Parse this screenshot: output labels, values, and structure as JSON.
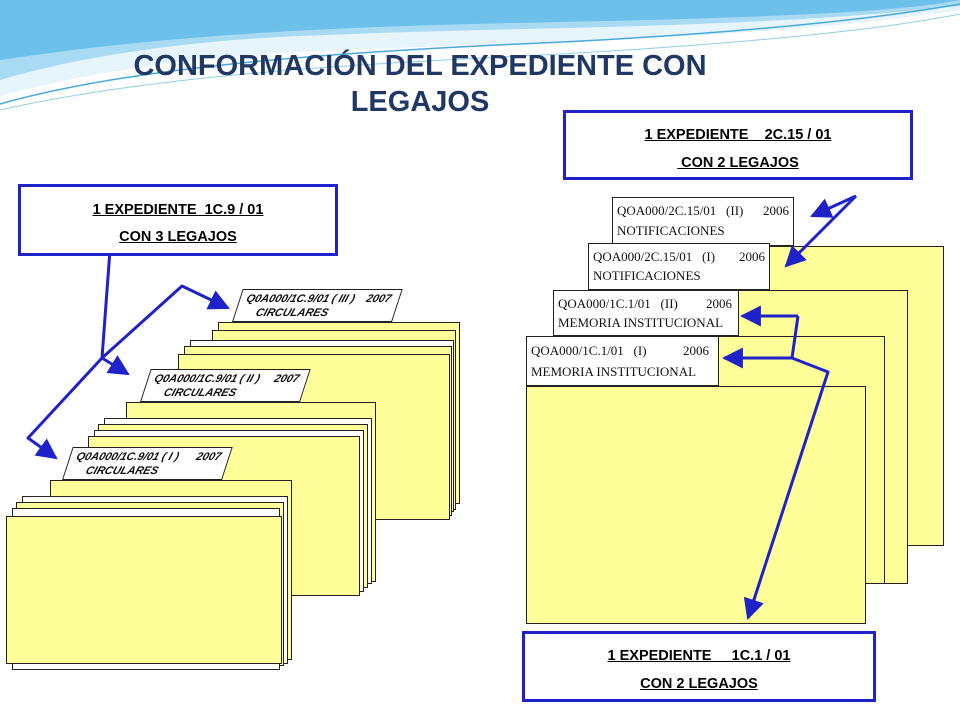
{
  "title": {
    "line1": "CONFORMACIÓN DEL EXPEDIENTE CON",
    "line2": "LEGAJOS"
  },
  "boxes": {
    "left": {
      "line1": "1 EXPEDIENTE  1C.9 / 01",
      "line2": "CON 3 LEGAJOS"
    },
    "right_top": {
      "line1": "1 EXPEDIENTE    2C.15 / 01",
      "line2": " CON 2 LEGAJOS"
    },
    "right_bottom": {
      "line1": "1 EXPEDIENTE     1C.1 / 01",
      "line2": "CON 2 LEGAJOS"
    }
  },
  "left_folders": [
    {
      "code": "Q0A000/1C.9/01 ( III )",
      "year": "2007",
      "subject": "CIRCULARES"
    },
    {
      "code": "Q0A000/1C.9/01 ( II )",
      "year": "2007",
      "subject": "CIRCULARES"
    },
    {
      "code": "Q0A000/1C.9/01 ( I )",
      "year": "2007",
      "subject": "CIRCULARES"
    }
  ],
  "right_folders": [
    {
      "code": "QOA000/2C.15/01   (II)",
      "year": "2006",
      "subject": "NOTIFICACIONES"
    },
    {
      "code": "QOA000/2C.15/01   (I)",
      "year": "2006",
      "subject": "NOTIFICACIONES"
    },
    {
      "code": "QOA000/1C.1/01   (II)",
      "year": "2006",
      "subject": "MEMORIA INSTITUCIONAL"
    },
    {
      "code": "QOA000/1C.1/01   (I)",
      "year": "2006",
      "subject": "MEMORIA INSTITUCIONAL"
    }
  ],
  "colors": {
    "folder_fill": "#ffff99",
    "arrow": "#1f22c9",
    "title": "#1f3864",
    "header_wave_light": "#dff1fb",
    "header_wave_dark": "#5bb6e3"
  }
}
